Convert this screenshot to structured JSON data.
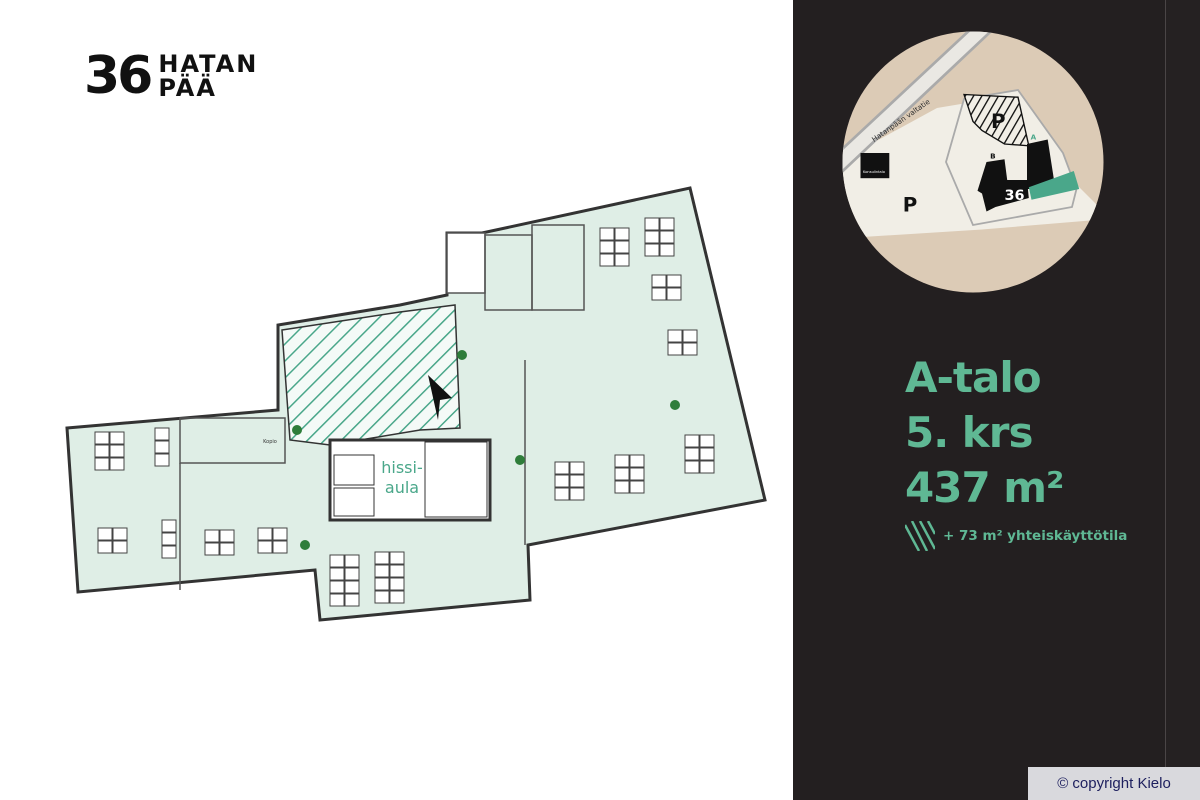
{
  "logo": {
    "number": "36",
    "line1": "HATAN",
    "line2": "PÄÄ"
  },
  "floorplan": {
    "elevator_lobby_line1": "hissi-",
    "elevator_lobby_line2": "aula",
    "room_label": "Kopio",
    "floor_color": "#dfeee6",
    "hatch_color": "#4aa78a"
  },
  "site_map": {
    "road_label": "Hatanpään valtatie",
    "parking_label": "P",
    "building_a": "A",
    "building_b": "B",
    "building_number": "36",
    "landmark_label": "Konsulintalo"
  },
  "info": {
    "building": "A-talo",
    "floor": "5. krs",
    "area": "437 m²",
    "shared_space": "+ 73 m² yhteiskäyttötila",
    "accent_color": "#5fb894"
  },
  "copyright": "© copyright Kielo"
}
